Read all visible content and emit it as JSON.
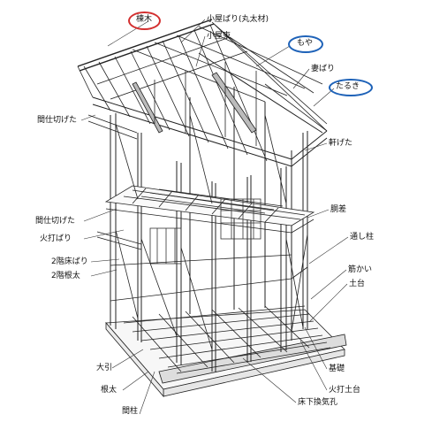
{
  "labels": {
    "munagi": "棟木",
    "koyabari": "小屋ばり(丸太材)",
    "koyazuka": "小屋束",
    "moya": "もや",
    "tsumabari": "妻ばり",
    "taruki": "たるき",
    "majikiri_upper": "間仕切げた",
    "nokigeta": "軒げた",
    "majikiri_mid": "間仕切げた",
    "dousashi": "胴差",
    "hiuchibari": "火打ばり",
    "toushibashira": "通し柱",
    "nikai_yukabari": "2階床ばり",
    "nikai_neda": "2階根太",
    "sujikai": "筋かい",
    "dodai": "土台",
    "oobiki": "大引",
    "neda": "根太",
    "kiso": "基礎",
    "hiuchi_dodai": "火打土台",
    "mabashira": "間柱",
    "yukashita_kankikou": "床下換気孔"
  },
  "highlight_colors": {
    "red": "#d32f2f",
    "blue": "#1e62b8"
  }
}
